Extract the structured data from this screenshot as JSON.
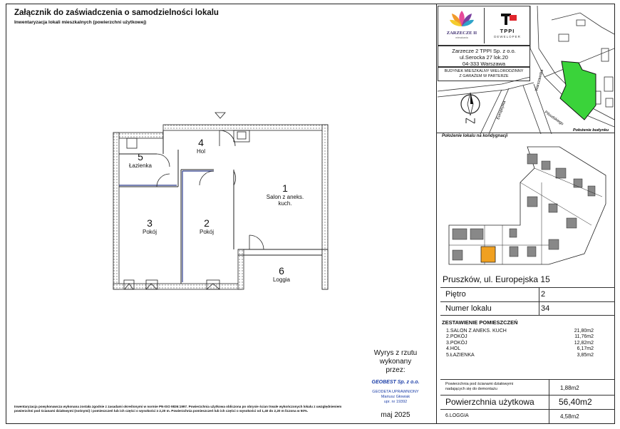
{
  "header": {
    "title": "Załącznik do zaświadczenia o samodzielności lokalu",
    "subtitle": "Inwentaryzacja lokali mieszkalnych (powierzchni użytkowej)"
  },
  "plan": {
    "rooms": [
      {
        "num": "1",
        "name": "Salon z aneks.\nkuch."
      },
      {
        "num": "2",
        "name": "Pokój"
      },
      {
        "num": "3",
        "name": "Pokój"
      },
      {
        "num": "4",
        "name": "Hol"
      },
      {
        "num": "5",
        "name": "Łazienka"
      },
      {
        "num": "6",
        "name": "Loggia"
      }
    ]
  },
  "signature": {
    "label": "Wyrys z rzutu\nwykonany\nprzez:",
    "company": "GEOBEST Sp. z o.o.",
    "stamp": "GEODETA UPRAWNIONY\nMariusz Głowiak\nupr. nr 19392",
    "date": "maj 2025"
  },
  "footnote": "Inwentaryzacja powykonawcza wykonana została zgodnie z zasadami określonymi w normie PN-ISO 9836:1997. Powierzchnia użytkowa obliczona po obrysie ścian trwale wykończonych lokalu z uwzględnieniem powierzchni pod ścianami działowymi (nośnymi) i pomieszczeń lub ich części o wysokości ≥ 2,20 m. Powierzchnia pomieszczeń lub ich części o wysokości od 1,40 do 2,20 m liczona w 50%.",
  "logos": {
    "left_name": "ZARZECZE II",
    "left_sub": "mieszkania",
    "right_name": "TPPI",
    "right_sub": "DEWELOPER"
  },
  "company": {
    "line1": "Zarzecze 2 TPPI Sp. z o.o.",
    "line2": "ul.Serocka 27 lok.20",
    "line3": "04-333 Warszawa"
  },
  "building": {
    "line1": "BUDYNEK MIESZKALNY WIELORODZINNY",
    "line2": "Z GARAŻEM W PARTERZE"
  },
  "map": {
    "street1": "Europejska",
    "street2": "Pilsudskiego",
    "street3": "Warszawska",
    "label": "Położenie budynku",
    "green": "#3ad33a"
  },
  "floorkey": {
    "label": "Położenie lokalu na kondygnacji",
    "highlight": "#f0a020"
  },
  "info": {
    "address": "Pruszków, ul. Europejska 15",
    "floor_label": "Piętro",
    "floor_value": "2",
    "unit_label": "Numer lokalu",
    "unit_value": "34"
  },
  "summary": {
    "heading": "ZESTAWIENIE POMIESZCZEŃ",
    "rows": [
      {
        "name": "1.SALON Z ANEKS. KUCH",
        "area": "21,80m2"
      },
      {
        "name": "2.POKÓJ",
        "area": "11,76m2"
      },
      {
        "name": "3.POKÓJ",
        "area": "12,82m2"
      },
      {
        "name": "4.HOL",
        "area": "6,17m2"
      },
      {
        "name": "5.ŁAZIENKA",
        "area": "3,85m2"
      }
    ],
    "partition_label": "Powierzchnia pod ścianami działowymi\nnadających się do demontażu",
    "partition_value": "1,88m2",
    "usable_label": "Powierzchnia użytkowa",
    "usable_value": "56,40m2",
    "loggia_label": "6.LOGGIA",
    "loggia_value": "4,58m2"
  }
}
